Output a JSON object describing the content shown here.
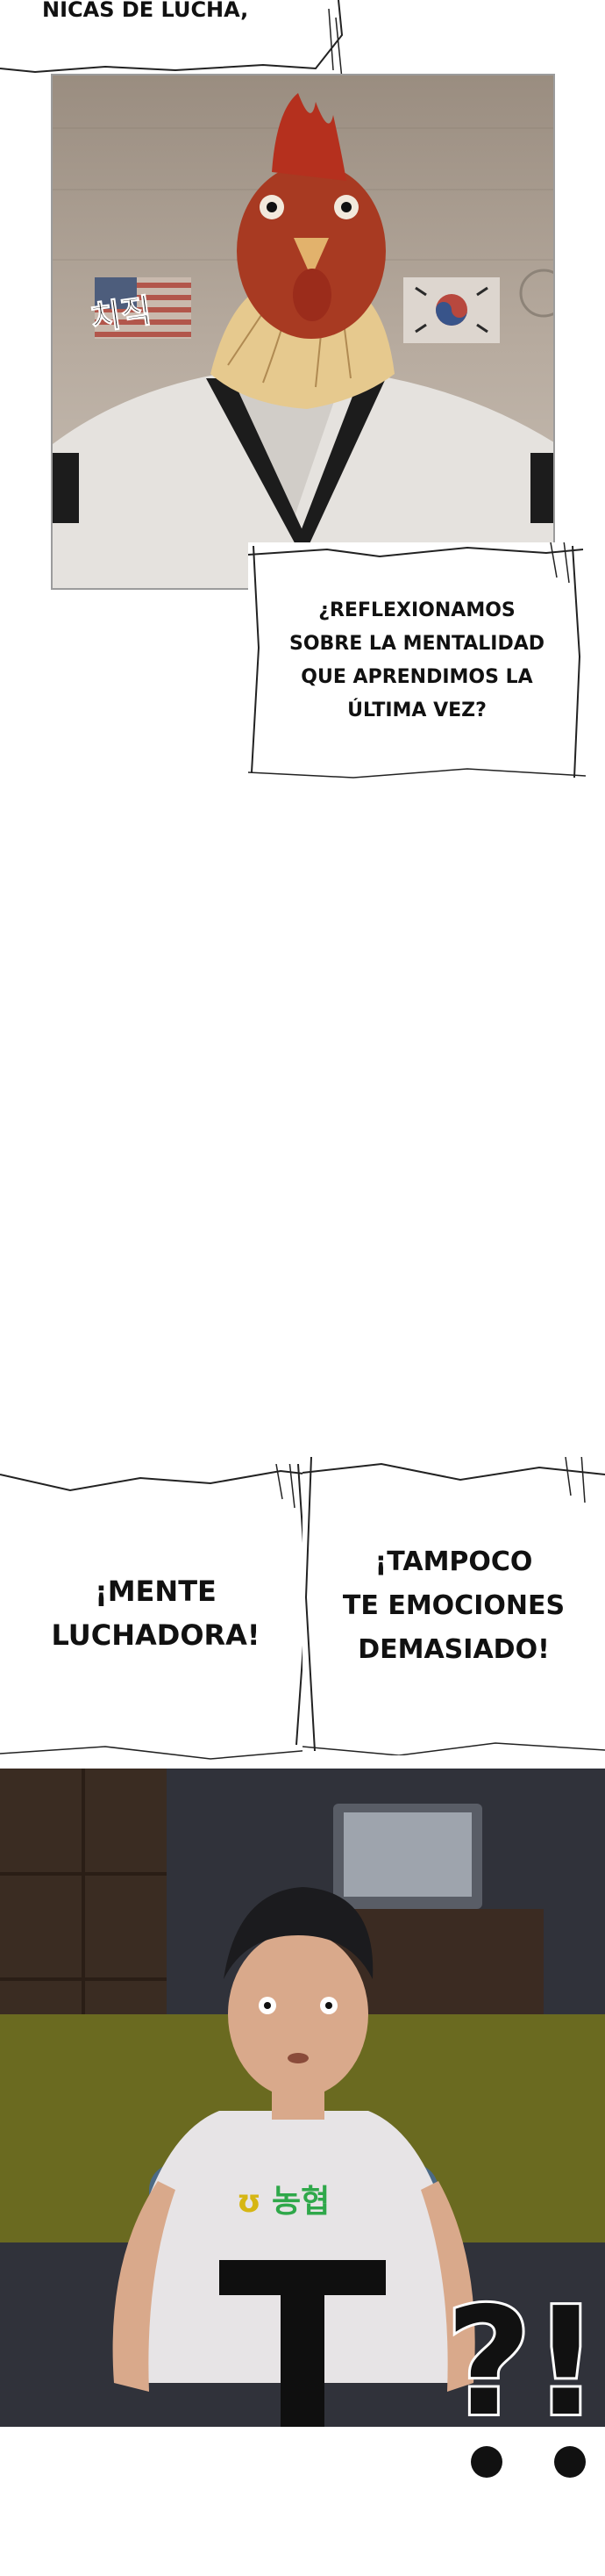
{
  "captions": {
    "top": "NICAS DE LUCHA,"
  },
  "bubbles": {
    "reflect": "¿REFLEXIONAMOS\nSOBRE LA MENTALIDAD\nQUE APRENDIMOS LA\nÚLTIMA VEZ?",
    "mind": "¡MENTE\nLUCHADORA!",
    "calm": "¡TAMPOCO\nTE EMOCIONES\nDEMASIADO!"
  },
  "sfx": {
    "chichik": "치직",
    "exclaim": "?!"
  },
  "shirt_logo": {
    "text": "농협"
  },
  "colors": {
    "rooster_red": "#a83a22",
    "shirt_green": "#2fa84a",
    "logo_yellow": "#d6b614",
    "bg_dark": "#2a2b30"
  }
}
